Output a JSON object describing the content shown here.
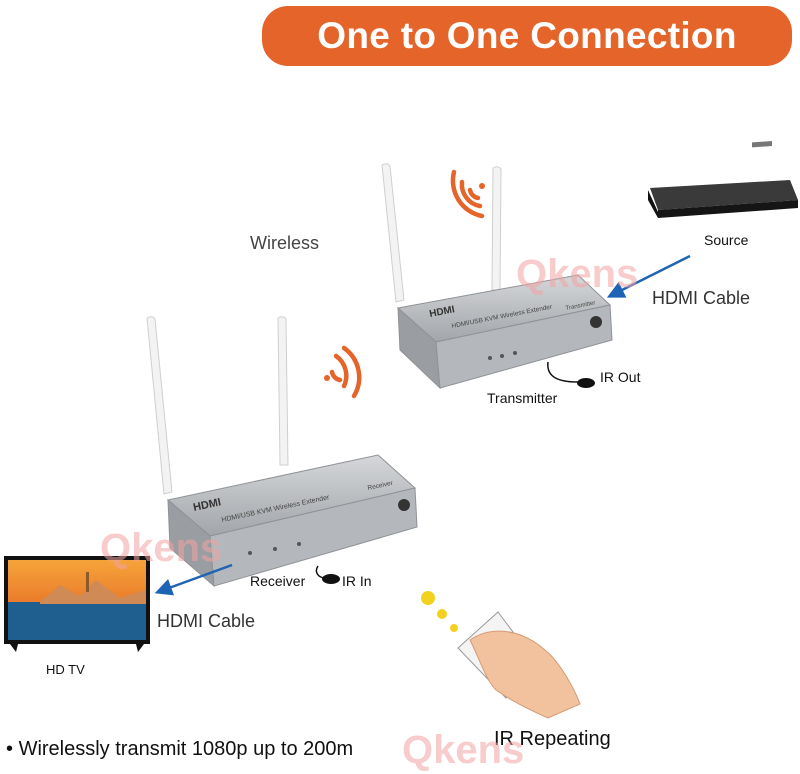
{
  "banner": {
    "title": "One to One Connection"
  },
  "labels": {
    "wireless": "Wireless",
    "source": "Source",
    "hdmi_cable_top": "HDMI Cable",
    "transmitter": "Transmitter",
    "ir_out": "IR Out",
    "receiver": "Receiver",
    "ir_in": "IR In",
    "hdmi_cable_bottom": "HDMI Cable",
    "hd_tv": "HD TV",
    "ir_repeating": "IR Repeating"
  },
  "devices": {
    "brand_logo": "HDMI",
    "model_text": "HDMI/USB KVM Wireless Extender",
    "tx_tag": "Transmitter",
    "rx_tag": "Receiver"
  },
  "bullet": {
    "text": "Wirelessly transmit 1080p up to 200m"
  },
  "watermark": {
    "text": "Qkens"
  },
  "icons": [
    "wifi-signal-icon",
    "arrow-icon",
    "ir-sensor-icon",
    "remote-control-icon",
    "hand-icon"
  ],
  "colors": {
    "banner": "#e4642a",
    "signal": "#e4642a",
    "arrow": "#1e64b4",
    "device": "#b9bcc0"
  }
}
